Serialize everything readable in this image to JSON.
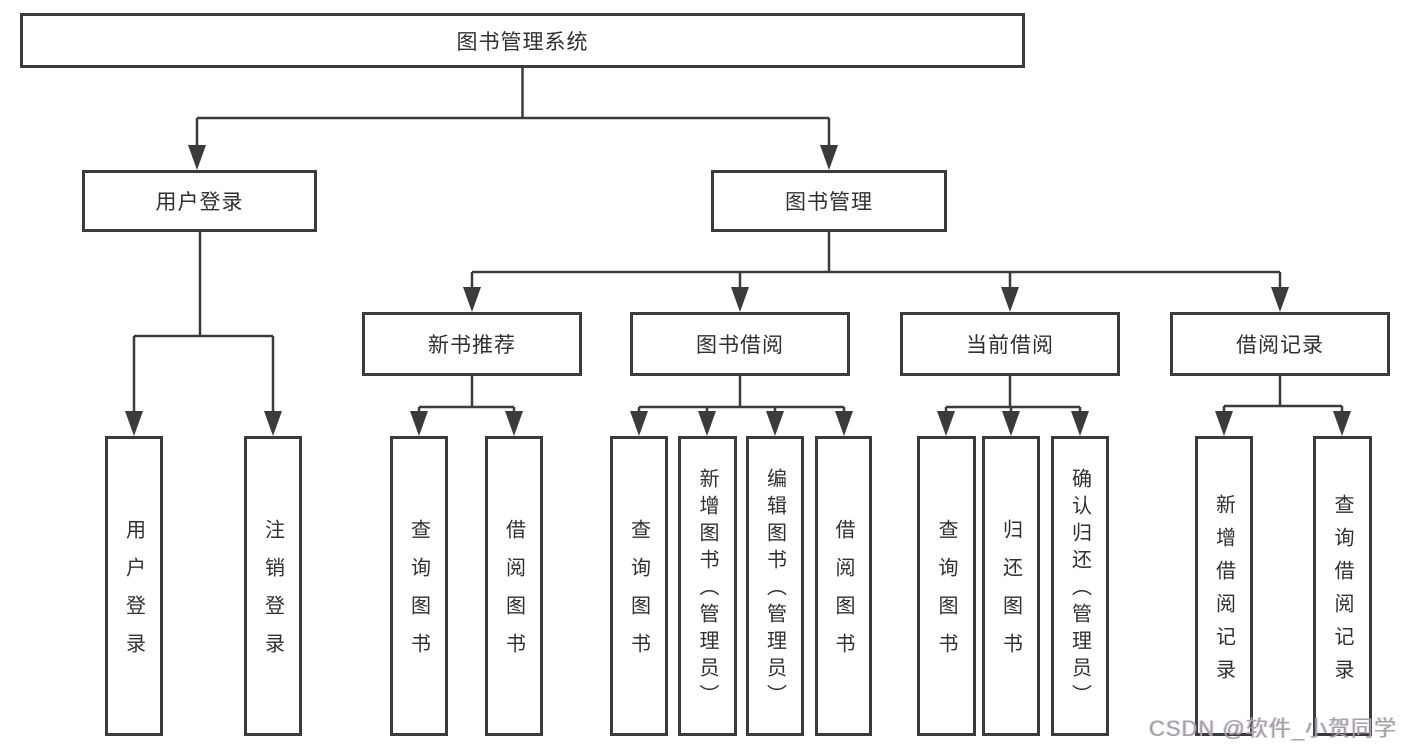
{
  "nodes": {
    "root": "图书管理系统",
    "level2": [
      "用户登录",
      "图书管理"
    ],
    "level3": [
      "新书推荐",
      "图书借阅",
      "当前借阅",
      "借阅记录"
    ],
    "leaves": {
      "user_login": [
        "用户登录",
        "注销登录"
      ],
      "new_books": [
        "查询图书",
        "借阅图书"
      ],
      "book_borrow": [
        "查询图书",
        "新增图书（管理员）",
        "编辑图书（管理员）",
        "借阅图书"
      ],
      "current_borrow": [
        "查询图书",
        "归还图书",
        "确认归还（管理员）"
      ],
      "borrow_records": [
        "新增借阅记录",
        "查询借阅记录"
      ]
    }
  },
  "watermark": {
    "text": "CSDN @软件_小贺同学"
  },
  "colors": {
    "line": "#3b3b3b",
    "text": "#303030",
    "watermark": "#a2a2a6",
    "background": "#ffffff"
  }
}
